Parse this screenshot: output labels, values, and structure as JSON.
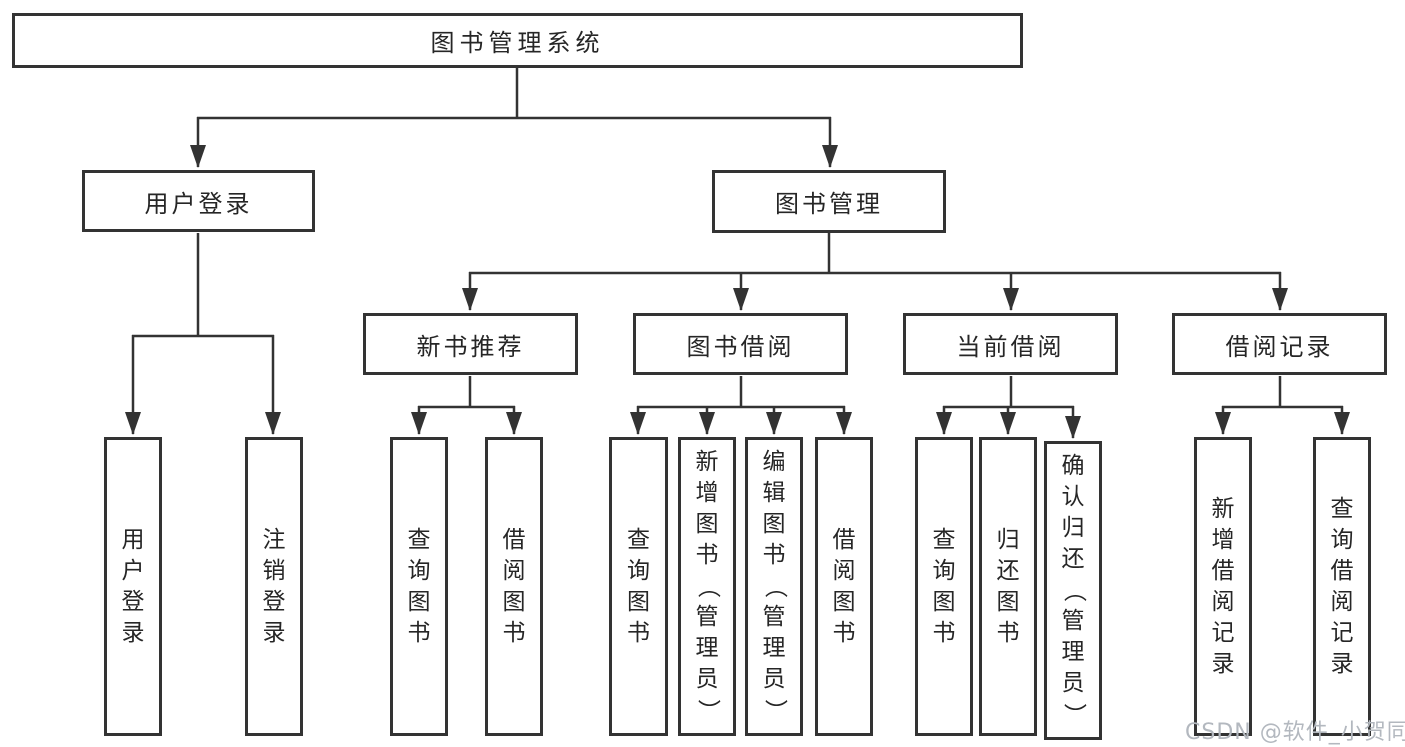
{
  "root": {
    "label": "图书管理系统"
  },
  "level2": [
    {
      "label": "用户登录"
    },
    {
      "label": "图书管理"
    }
  ],
  "level3": [
    {
      "label": "新书推荐"
    },
    {
      "label": "图书借阅"
    },
    {
      "label": "当前借阅"
    },
    {
      "label": "借阅记录"
    }
  ],
  "leaves": {
    "user_login": [
      {
        "label": "用户登录"
      },
      {
        "label": "注销登录"
      }
    ],
    "new_books": [
      {
        "label": "查询图书"
      },
      {
        "label": "借阅图书"
      }
    ],
    "borrowing": [
      {
        "label": "查询图书"
      },
      {
        "label": "新增图书（管理员）"
      },
      {
        "label": "编辑图书（管理员）"
      },
      {
        "label": "借阅图书"
      }
    ],
    "current": [
      {
        "label": "查询图书"
      },
      {
        "label": "归还图书"
      },
      {
        "label": "确认归还（管理员）"
      }
    ],
    "records": [
      {
        "label": "新增借阅记录"
      },
      {
        "label": "查询借阅记录"
      }
    ]
  },
  "watermark": "CSDN @软件_小贺同学",
  "colors": {
    "line": "#333333",
    "text": "#262626",
    "watermark": "#b3b8bf",
    "background": "#ffffff"
  }
}
